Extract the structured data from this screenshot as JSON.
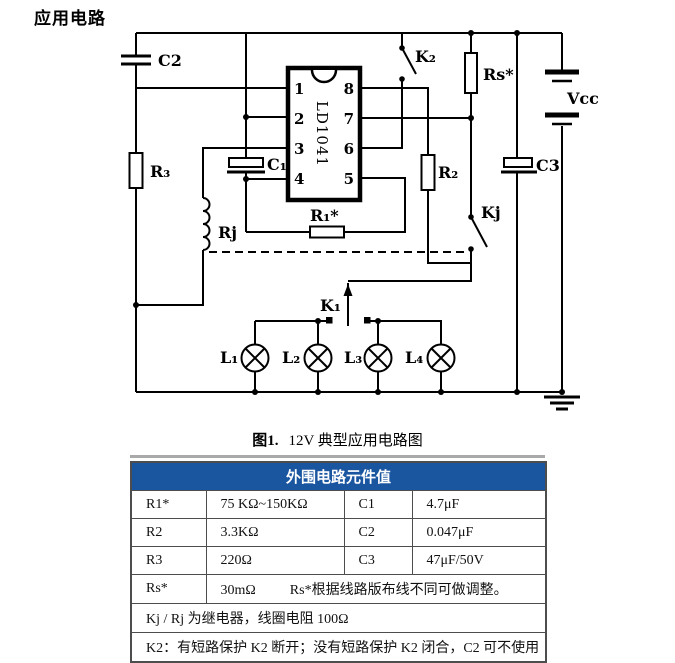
{
  "page": {
    "title": "应用电路"
  },
  "circuit": {
    "chip": {
      "label": "LD1041",
      "pins": {
        "p1": "1",
        "p2": "2",
        "p3": "3",
        "p4": "4",
        "p5": "5",
        "p6": "6",
        "p7": "7",
        "p8": "8"
      }
    },
    "labels": {
      "c2": "C2",
      "r3": "R₃",
      "c1": "C₁",
      "rj": "Rj",
      "r1": "R₁*",
      "k2": "K₂",
      "r2": "R₂",
      "rs": "Rs*",
      "kj": "Kj",
      "c3": "C3",
      "vcc": "Vcc",
      "k1": "K₁",
      "l1": "L₁",
      "l2": "L₂",
      "l3": "L₃",
      "l4": "L₄"
    }
  },
  "caption": {
    "fig": "图1.",
    "text": "12V 典型应用电路图"
  },
  "table": {
    "header": "外围电路元件值",
    "rows": [
      [
        "R1*",
        "75 KΩ~150KΩ",
        "C1",
        "4.7μF"
      ],
      [
        "R2",
        "3.3KΩ",
        "C2",
        "0.047μF"
      ],
      [
        "R3",
        "220Ω",
        "C3",
        "47μF/50V"
      ]
    ],
    "rs_row": {
      "label": "Rs*",
      "value": "30mΩ",
      "note": "Rs*根据线路版布线不同可做调整。"
    },
    "note_rows": [
      "Kj / Rj 为继电器，线圈电阻 100Ω",
      "K2：有短路保护 K2 断开；没有短路保护 K2 闭合，C2 可不使用"
    ]
  },
  "colors": {
    "header_bg": "#1a55a0",
    "header_fg": "#ffffff",
    "line": "#000000"
  }
}
